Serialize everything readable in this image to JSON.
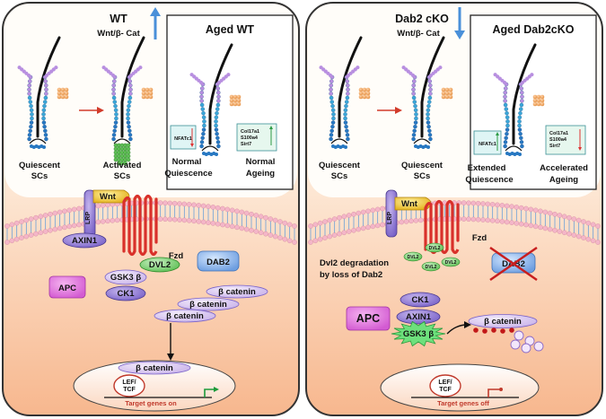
{
  "left": {
    "title": "WT",
    "wnt_signal": "Wnt/β- Cat",
    "aged_title": "Aged WT",
    "hair_labels": [
      "Quiescent",
      "SCs",
      "Activated",
      "SCs"
    ],
    "marker_nfatc1": "NFATc1",
    "marker_genes": [
      "Col17a1",
      "S100a4",
      "Sirt7"
    ],
    "aged_labels": [
      "Normal",
      "Quiescence",
      "Normal",
      "Ageing"
    ],
    "wnt": "Wnt",
    "lrp": "LRP",
    "fzd": "Fzd",
    "axin1": "AXIN1",
    "dvl2": "DVL2",
    "dab2": "DAB2",
    "gsk3b": "GSK3 β",
    "apc": "APC",
    "ck1": "CK1",
    "bcatenin": "β catenin",
    "nucleus_bcatenin": "β catenin",
    "lef_tcf": [
      "LEF/",
      "TCF"
    ],
    "target_genes": "Target genes on"
  },
  "right": {
    "title": "Dab2 cKO",
    "wnt_signal": "Wnt/β- Cat",
    "aged_title": "Aged Dab2cKO",
    "hair_labels": [
      "Quiescent",
      "SCs",
      "Quiescent",
      "SCs"
    ],
    "marker_nfatc1": "NFATc1",
    "marker_genes": [
      "Col17a1",
      "S100a4",
      "Sirt7"
    ],
    "aged_labels": [
      "Extended",
      "Quiescence",
      "Accelerated",
      "Ageing"
    ],
    "wnt": "Wnt",
    "lrp": "LRP",
    "fzd": "Fzd",
    "dvl2_small": "DVL2",
    "degradation_text": [
      "Dvl2 degradation",
      "by loss of Dab2"
    ],
    "dab2": "DAB2",
    "ck1": "CK1",
    "apc": "APC",
    "axin1": "AXIN1",
    "gsk3b": "GSK3 β",
    "bcatenin": "β catenin",
    "lef_tcf": [
      "LEF/",
      "TCF"
    ],
    "target_genes": "Target genes off"
  },
  "colors": {
    "up_arrow": "#4a90d9",
    "down_arrow": "#4a90d9",
    "membrane_pink": "#f4b6c8",
    "membrane_blue": "#6aa0d8",
    "fzd_red": "#d9302a",
    "cross_red": "#c81e1e"
  }
}
